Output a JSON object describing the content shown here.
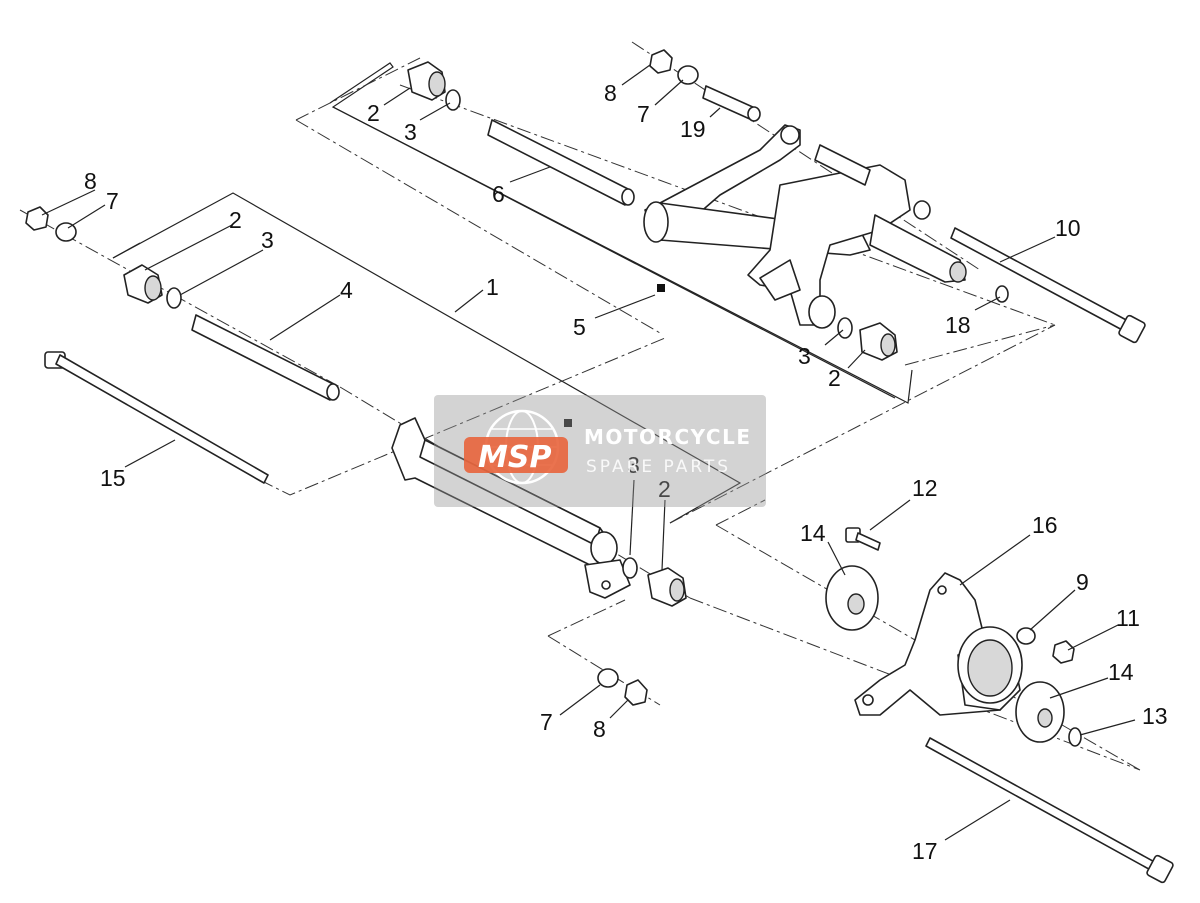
{
  "diagram": {
    "callouts": {
      "c1": "1",
      "c2a": "2",
      "c2b": "2",
      "c2c": "2",
      "c2d": "2",
      "c3a": "3",
      "c3b": "3",
      "c3c": "3",
      "c3d": "3",
      "c4": "4",
      "c5": "5",
      "c6": "6",
      "c7a": "7",
      "c7b": "7",
      "c7c": "7",
      "c8a": "8",
      "c8b": "8",
      "c8c": "8",
      "c9": "9",
      "c10": "10",
      "c11": "11",
      "c12": "12",
      "c13": "13",
      "c14a": "14",
      "c14b": "14",
      "c15": "15",
      "c16": "16",
      "c17": "17",
      "c18": "18",
      "c19": "19"
    }
  },
  "watermark": {
    "logo_text": "MSP",
    "title": "MOTORCYCLE",
    "subtitle": "SPARE PARTS",
    "logo_color": "#e8643c"
  }
}
